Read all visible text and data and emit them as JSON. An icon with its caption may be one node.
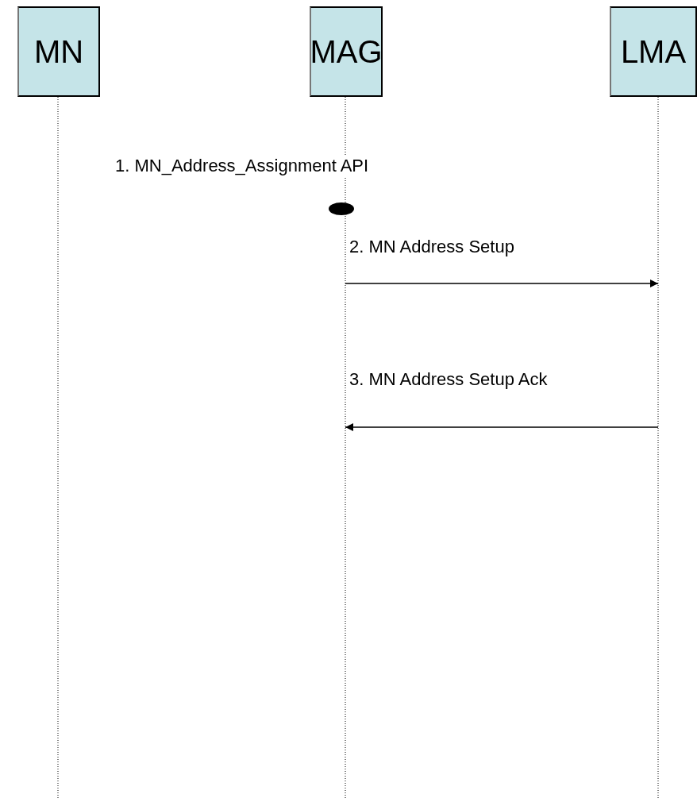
{
  "diagram": {
    "nodes": [
      {
        "text": [
          "MN"
        ]
      },
      {
        "text": [
          "MAG"
        ]
      },
      {
        "text": [
          "LMA"
        ]
      }
    ],
    "edges": [
      {
        "from": 1,
        "to": 2,
        "arrow": "to",
        "label": "2. MN Address Setup"
      },
      {
        "from": 2,
        "to": 1,
        "arrow": "to",
        "label": "3. MN Address Setup Ack"
      }
    ],
    "labels": [
      "1. MN_Address_Assignment API"
    ]
  }
}
